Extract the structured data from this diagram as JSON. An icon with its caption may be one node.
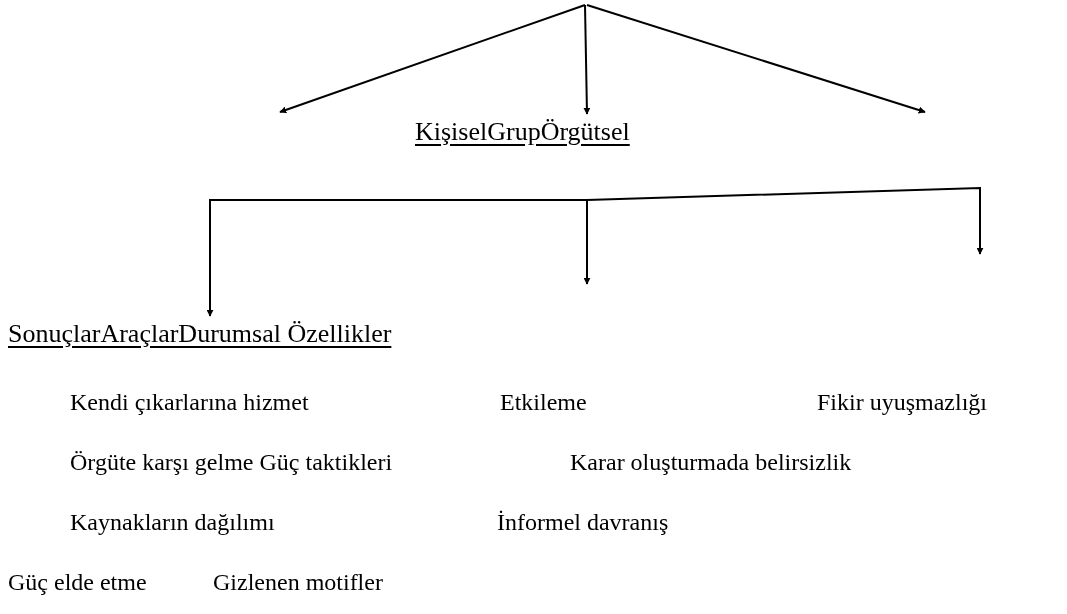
{
  "diagram": {
    "nodes": [
      {
        "text": [
          "KişiselGrupÖrgütsel"
        ]
      },
      {
        "text": [
          "SonuçlarAraçlarDurumsal Özellikler"
        ]
      }
    ],
    "edges": [
      {
        "from": null,
        "to": 0,
        "arrow": "to"
      },
      {
        "from": null,
        "to": 1,
        "arrow": "to"
      }
    ],
    "labels": [
      "Kendi çıkarlarına hizmet",
      "Etkileme",
      "Fikir uyuşmazlığı",
      "Örgüte karşı gelme Güç taktikleri",
      "Karar oluşturmada belirsizlik",
      "Kaynakların dağılımı",
      "İnformel davranış",
      "Güç elde etme",
      "Gizlenen motifler"
    ]
  }
}
